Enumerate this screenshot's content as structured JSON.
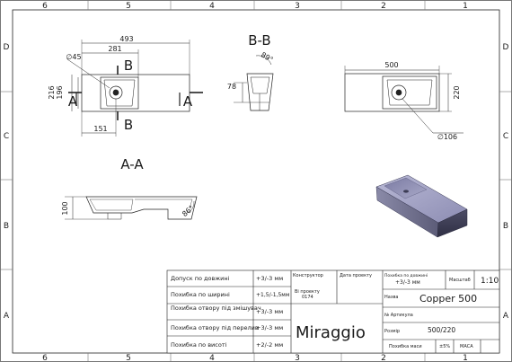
{
  "border": {
    "top_numbers": [
      "6",
      "5",
      "4",
      "3",
      "2",
      "1"
    ],
    "bottom_numbers": [
      "6",
      "5",
      "4",
      "3",
      "2",
      "1"
    ],
    "left_letters": [
      "D",
      "C",
      "B",
      "A"
    ],
    "right_letters": [
      "D",
      "C",
      "B",
      "A"
    ]
  },
  "views": {
    "plan": {
      "dim_overall": "493",
      "dim_inner": "281",
      "dim_hole": "∅45",
      "dim_height_outer": "216",
      "dim_height_inner": "196",
      "dim_offset": "151",
      "section_b_top": "B",
      "section_b_bottom": "B",
      "section_a_left": "A",
      "section_a_right": "A"
    },
    "section_bb": {
      "title": "B-B",
      "angle": "89°",
      "dim_depth": "78"
    },
    "plan_right": {
      "dim_width": "500",
      "dim_height": "220",
      "dim_hole": "∅106"
    },
    "section_aa": {
      "title": "A-A",
      "dim_depth": "100",
      "angle": "86°"
    }
  },
  "title_block": {
    "rows": [
      {
        "label": "Допуск по довжині",
        "value": "+3/-3 мм"
      },
      {
        "label": "Похибка по ширині",
        "value": "+1,5/-1,5мм"
      },
      {
        "label": "Похибка отвору під змішувач",
        "value": "+3/-3 мм"
      },
      {
        "label": "Похибка отвору під перелив",
        "value": "+3/-3 мм"
      },
      {
        "label": "Похибка по висоті",
        "value": "+2/-2 мм"
      }
    ],
    "konstruktor": "Конструктор",
    "data": "Дата проекту",
    "vid_proektu": "Ві проекту",
    "vid_value": "0174",
    "pohybka_dovzh_label": "Похибка по довжині",
    "pohybka_dovzh_value": "+3/-3 мм",
    "masshtab_label": "Масштаб",
    "masshtab_value": "1:10",
    "nazva_label": "Назва",
    "nazva_value": "Copper 500",
    "artykul_label": "№ Артикула",
    "rozmir_label": "Розмір",
    "rozmir_value": "500/220",
    "brand": "Miraggio",
    "pohybka_masy_label": "Похибка маси",
    "pohybka_masy_value": "±5%",
    "masa_label": "МАСА"
  }
}
